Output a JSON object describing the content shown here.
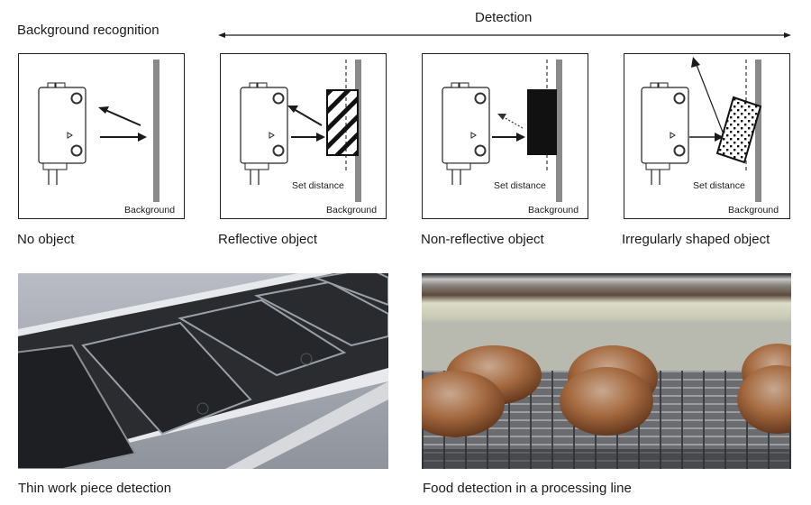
{
  "headers": {
    "background_recognition": "Background recognition",
    "detection": "Detection"
  },
  "panels": [
    {
      "caption": "No object",
      "background_label": "Background",
      "set_distance_label": ""
    },
    {
      "caption": "Reflective object",
      "background_label": "Background",
      "set_distance_label": "Set distance"
    },
    {
      "caption": "Non-reflective object",
      "background_label": "Background",
      "set_distance_label": "Set distance"
    },
    {
      "caption": "Irregularly shaped object",
      "background_label": "Background",
      "set_distance_label": "Set distance"
    }
  ],
  "photos": [
    {
      "caption": "Thin work piece detection",
      "subject": "smartphones on conveyor belt"
    },
    {
      "caption": "Food detection in a processing line",
      "subject": "bread loaves on mesh conveyor"
    }
  ],
  "colors": {
    "line": "#1a1a1a",
    "background_bar": "#8a8a8a",
    "object_fill": "#111111"
  }
}
